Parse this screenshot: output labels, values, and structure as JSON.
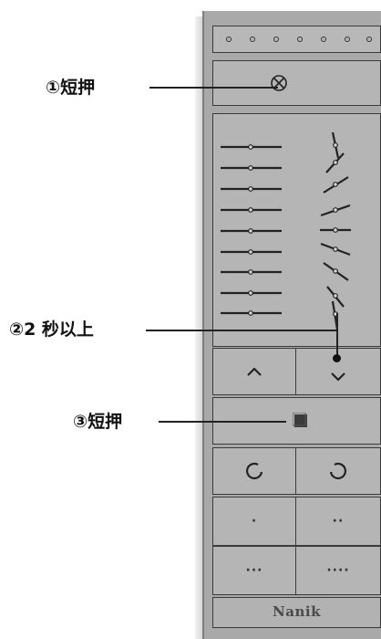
{
  "callouts": [
    {
      "id": "c1",
      "label": "①短押"
    },
    {
      "id": "c2",
      "label": "②2 秒以上"
    },
    {
      "id": "c3",
      "label": "③短押"
    }
  ],
  "remote": {
    "indicator_dot_count": 7,
    "fan_icon": "fan-icon",
    "louver_left_levels": 9,
    "louver_right_levels": 9,
    "up_button_icon": "chevron-up-icon",
    "down_button_icon": "chevron-down-icon",
    "stop_button_icon": "stop-square-icon",
    "rotate_ccw_icon": "rotate-ccw-icon",
    "rotate_cw_icon": "rotate-cw-icon",
    "preset_buttons": [
      "·",
      "··",
      "···",
      "····"
    ],
    "brand": "Nanik"
  },
  "colors": {
    "body": "#a9a9a9",
    "panel": "#b5b5b5",
    "outline": "#3a3a3a"
  }
}
